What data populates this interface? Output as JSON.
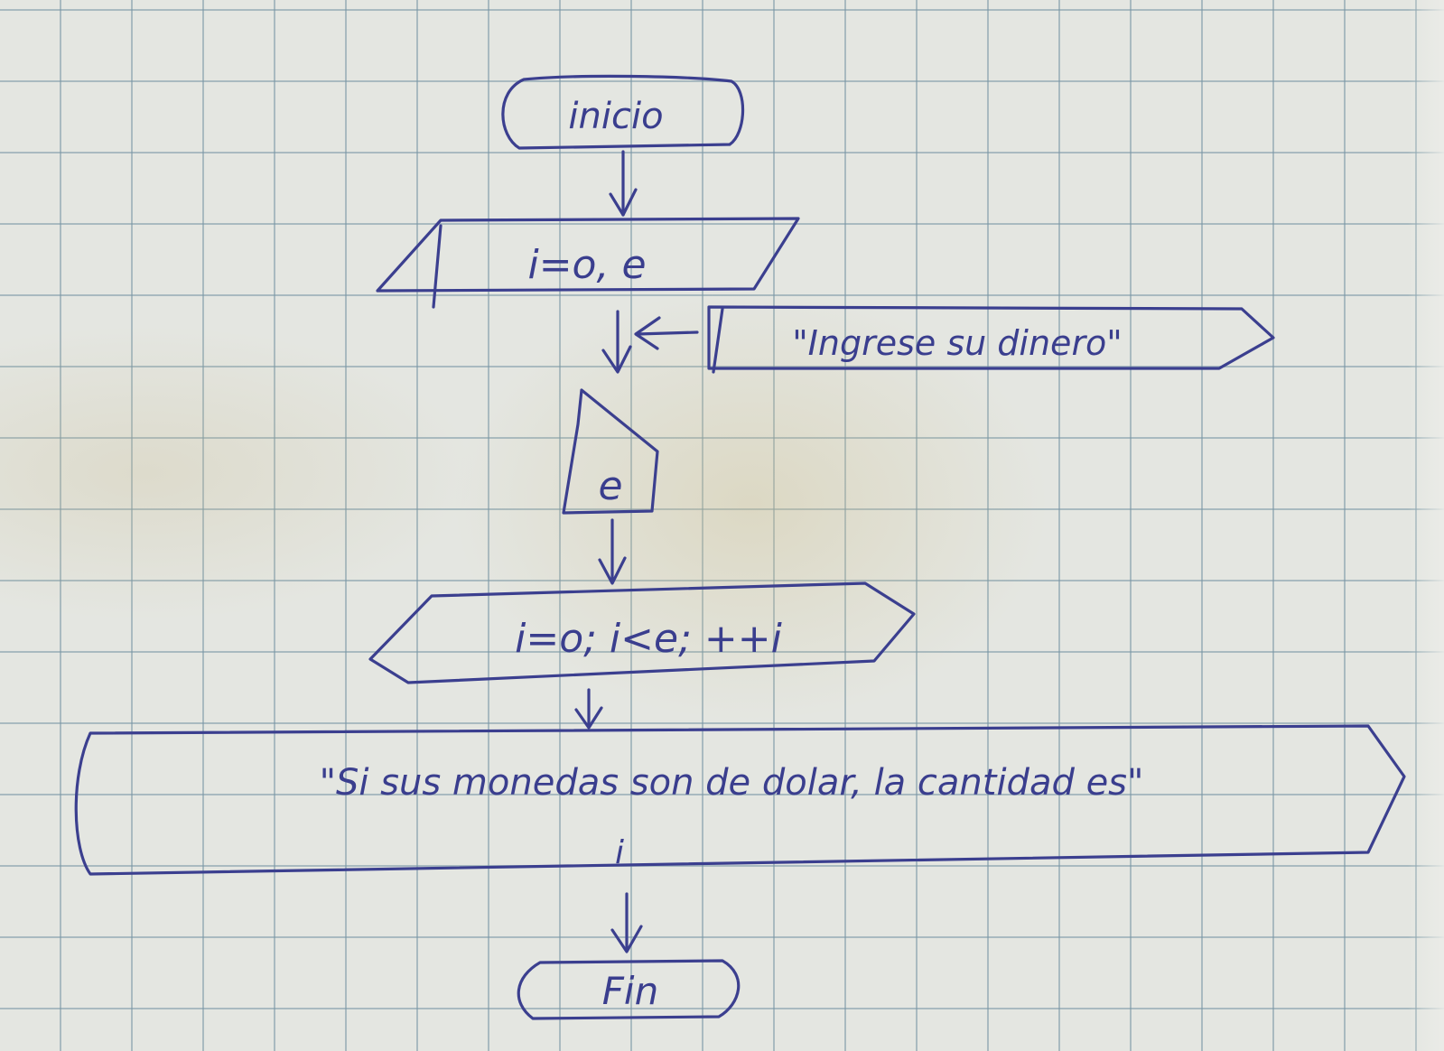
{
  "diagram": {
    "start_label": "inicio",
    "declare_label": "i=o, e",
    "prompt_label": "\"Ingrese su dinero\"",
    "input_label": "e",
    "loop_label": "i=o; i<e; ++i",
    "output_label": "\"Si sus monedas son de dolar, la cantidad es\"",
    "output_marker": "i",
    "end_label": "Fin"
  },
  "colors": {
    "ink": "#3b3f8f",
    "paper": "#e4e6e1",
    "grid": "#7896a5"
  }
}
